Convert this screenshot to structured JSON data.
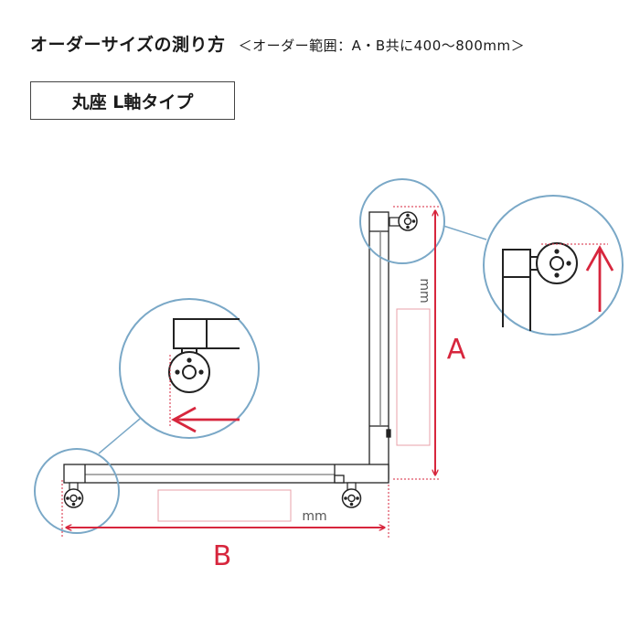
{
  "title": "オーダーサイズの測り方",
  "subtitle": "＜オーダー範囲：A・B共に400〜800mm＞",
  "type_label": "丸座 L軸タイプ",
  "dim_a": {
    "letter": "A",
    "unit": "mm"
  },
  "dim_b": {
    "letter": "B",
    "unit": "mm"
  },
  "colors": {
    "accent": "#d7263d",
    "circle": "#7aa8c7",
    "line": "#222222",
    "input_box": "#e8a0a8"
  }
}
